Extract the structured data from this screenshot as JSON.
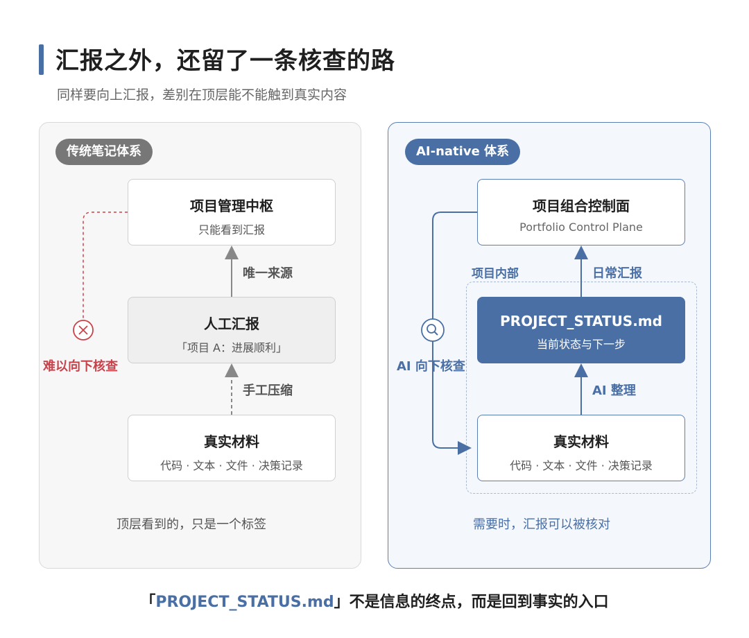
{
  "header": {
    "title": "汇报之外，还留了一条核查的路",
    "subtitle": "同样要向上汇报，差别在顶层能不能触到真实内容"
  },
  "left": {
    "tag": "传统笔记体系",
    "box_top": {
      "title": "项目管理中枢",
      "sub": "只能看到汇报"
    },
    "box_mid": {
      "title": "人工汇报",
      "sub": "「项目 A：进展顺利」"
    },
    "box_bottom": {
      "title": "真实材料",
      "sub": "代码 · 文本 · 文件 · 决策记录"
    },
    "arrow_upper_label": "唯一来源",
    "arrow_lower_label": "手工压缩",
    "side_label": "难以向下核查",
    "caption": "顶层看到的，只是一个标签",
    "side_icon": "close-circle-icon",
    "side_color": "#c9424a"
  },
  "right": {
    "tag": "AI-native 体系",
    "box_top": {
      "title": "项目组合控制面",
      "sub": "Portfolio Control Plane"
    },
    "box_mid": {
      "title": "PROJECT_STATUS.md",
      "sub": "当前状态与下一步"
    },
    "box_bottom": {
      "title": "真实材料",
      "sub": "代码 · 文本 · 文件 · 决策记录"
    },
    "inner_label": "项目内部",
    "arrow_upper_label": "日常汇报",
    "arrow_lower_label": "AI 整理",
    "side_label": "AI 向下核查",
    "caption": "需要时，汇报可以被核对",
    "side_icon": "magnifier-icon",
    "accent": "#4a6fa5"
  },
  "footer": {
    "open": "「",
    "highlight": "PROJECT_STATUS.md",
    "rest": "」不是信息的终点，而是回到事实的入口"
  }
}
